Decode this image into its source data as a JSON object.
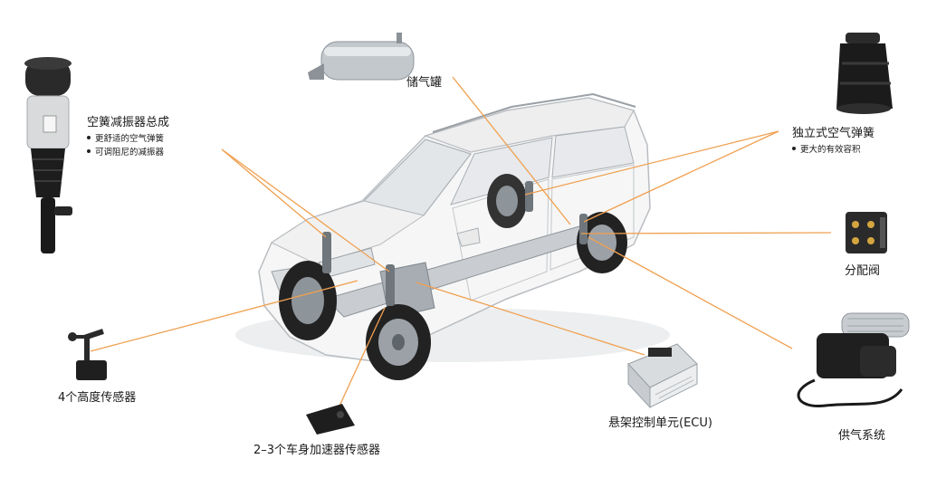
{
  "labels": {
    "shock": {
      "title": "空簧减振器总成",
      "bullets": [
        "更舒适的空气弹簧",
        "可调阻尼的减振器"
      ]
    },
    "tank": {
      "title": "储气罐"
    },
    "spring": {
      "title": "独立式空气弹簧",
      "bullets": [
        "更大的有效容积"
      ]
    },
    "valve": {
      "title": "分配阀"
    },
    "height_sensor": {
      "title": "4个高度传感器"
    },
    "accel_sensor": {
      "title": "2–3个车身加速器传感器"
    },
    "ecu": {
      "title": "悬架控制单元(ECU)"
    },
    "supply": {
      "title": "供气系统"
    }
  },
  "colors": {
    "leader": "#f0a050",
    "car_body": "#f4f4f4",
    "car_outline": "#b8bcc0",
    "metal": "#9aa1a8",
    "rubber": "#1c1c1c"
  }
}
